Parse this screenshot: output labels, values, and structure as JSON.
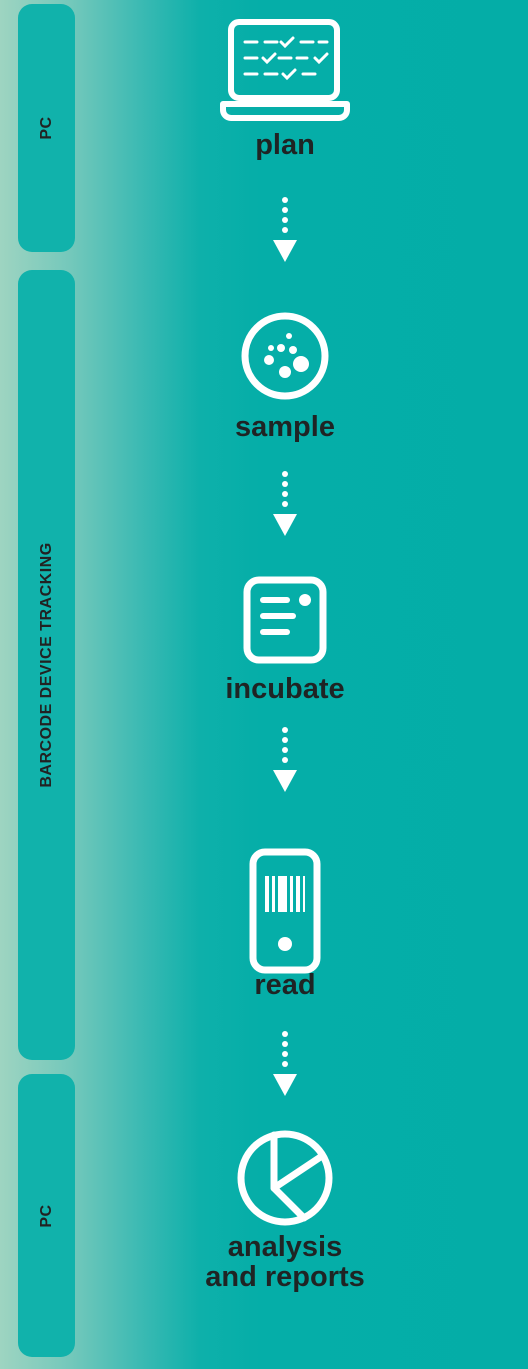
{
  "lanes": [
    {
      "label": "PC"
    },
    {
      "label": "BARCODE DEVICE TRACKING"
    },
    {
      "label": "PC"
    }
  ],
  "steps": [
    {
      "label": "plan",
      "icon": "laptop-checklist-icon"
    },
    {
      "label": "sample",
      "icon": "petri-dish-icon"
    },
    {
      "label": "incubate",
      "icon": "incubator-icon"
    },
    {
      "label": "read",
      "icon": "barcode-reader-icon"
    },
    {
      "label_line1": "analysis",
      "label_line2": "and reports",
      "icon": "pie-chart-icon"
    }
  ],
  "colors": {
    "icon": "#ffffff",
    "text": "#1f2424",
    "lane": "#11b2ab",
    "background": "#04ada7"
  }
}
